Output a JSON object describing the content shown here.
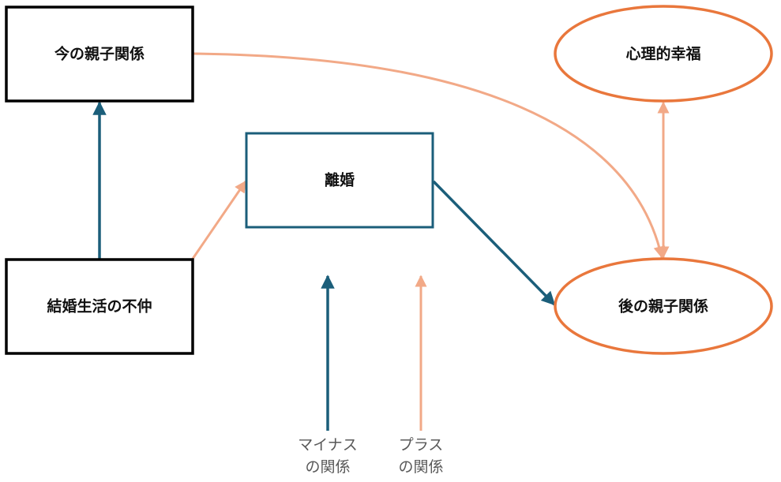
{
  "nodes": {
    "current_relationship": "今の親子関係",
    "psych_wellbeing": "心理的幸福",
    "divorce": "離婚",
    "marital_conflict": "結婚生活の不仲",
    "later_relationship": "後の親子関係"
  },
  "legend": {
    "negative_line1": "マイナス",
    "negative_line2": "の関係",
    "positive_line1": "プラス",
    "positive_line2": "の関係"
  },
  "colors": {
    "negative": "#1b5e7a",
    "positive": "#f2a987",
    "ellipse_stroke": "#e9773c",
    "box_stroke": "#000000"
  }
}
